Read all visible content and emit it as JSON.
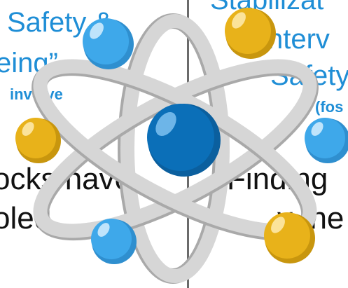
{
  "left_panel": {
    "heading_line_1": "Safety &",
    "heading_line_2": "eing”",
    "subtext": "involve",
    "body_line_1": "ocks have",
    "body_line_2": "oled"
  },
  "right_panel": {
    "heading_line_1": "Stabilizat",
    "heading_line_2": "nterv",
    "heading_line_3": "Safety",
    "subtext": "(fos",
    "body_line_1": "Finding",
    "body_line_2": "y the"
  },
  "atom_icon": {
    "icon": "atom-icon",
    "colors": {
      "orbit": "#d6d6d6",
      "orbit_shadow": "#a9a9a9",
      "nucleus": "#0b6fb8",
      "electron_blue": "#3ea8ea",
      "electron_yellow": "#e8b21a"
    }
  },
  "colors": {
    "heading_blue": "#1f8ed6",
    "body_text": "#111111",
    "divider": "#6b6b6b"
  }
}
